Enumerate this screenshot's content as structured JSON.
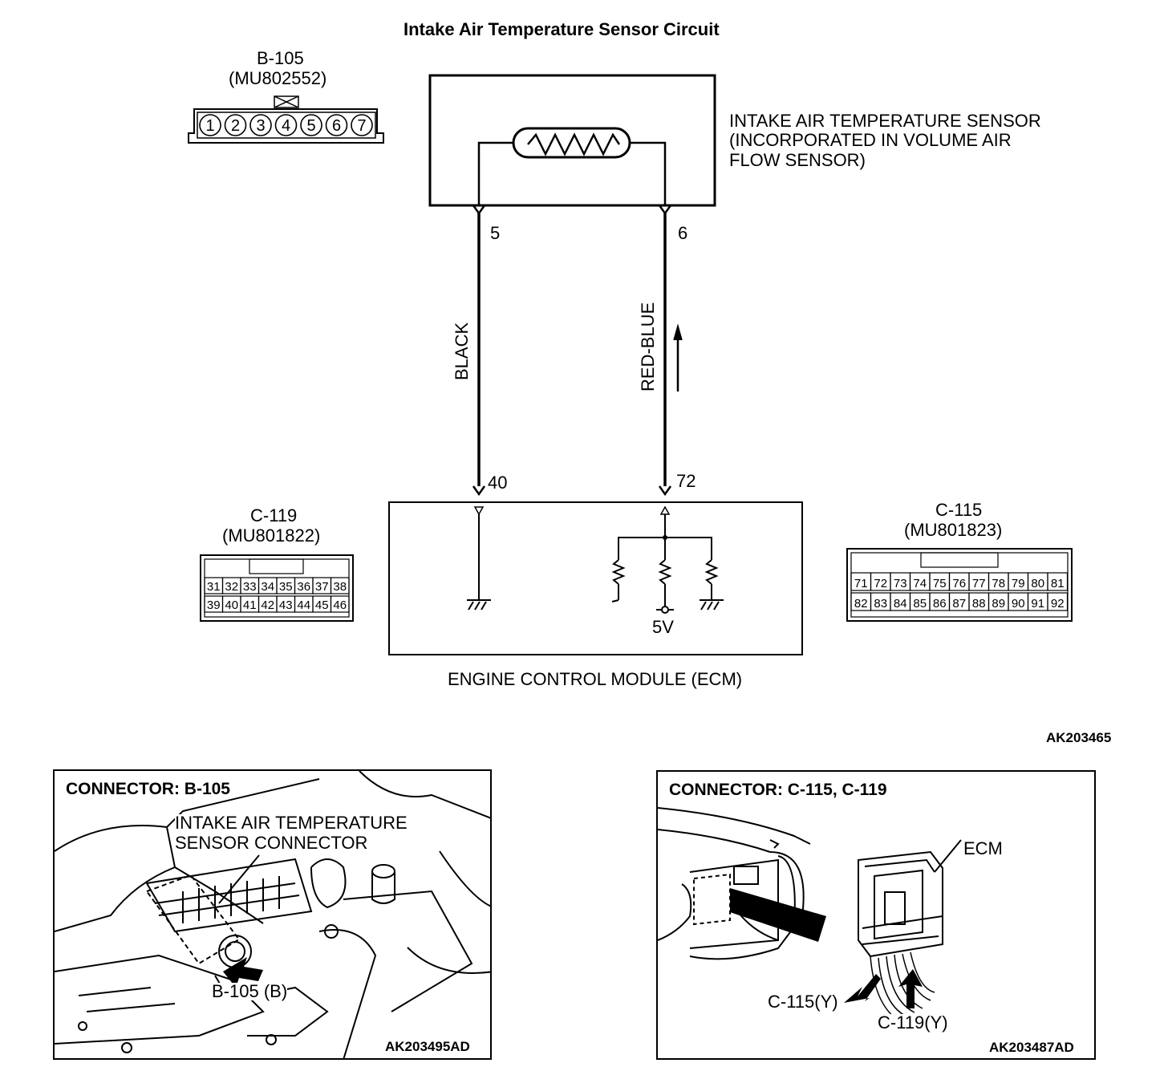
{
  "title": "Intake Air Temperature Sensor Circuit",
  "sensor": {
    "label_lines": [
      "INTAKE AIR TEMPERATURE SENSOR",
      "(INCORPORATED IN VOLUME AIR",
      "FLOW SENSOR)"
    ],
    "pin_left": "5",
    "pin_right": "6"
  },
  "wires": {
    "left_color": "BLACK",
    "right_color": "RED-BLUE"
  },
  "ecm": {
    "label": "ENGINE CONTROL MODULE (ECM)",
    "pin_left": "40",
    "pin_right": "72",
    "supply": "5V"
  },
  "connector_b105": {
    "id": "B-105",
    "part": "(MU802552)",
    "pins": [
      "1",
      "2",
      "3",
      "4",
      "5",
      "6",
      "7"
    ]
  },
  "connector_c119": {
    "id": "C-119",
    "part": "(MU801822)",
    "row1": [
      "31",
      "32",
      "33",
      "34",
      "35",
      "36",
      "37",
      "38"
    ],
    "row2": [
      "39",
      "40",
      "41",
      "42",
      "43",
      "44",
      "45",
      "46"
    ]
  },
  "connector_c115": {
    "id": "C-115",
    "part": "(MU801823)",
    "row1": [
      "71",
      "72",
      "73",
      "74",
      "75",
      "76",
      "77",
      "78",
      "79",
      "80",
      "81"
    ],
    "row2": [
      "82",
      "83",
      "84",
      "85",
      "86",
      "87",
      "88",
      "89",
      "90",
      "91",
      "92"
    ]
  },
  "figure_code": "AK203465",
  "panel_left": {
    "heading": "CONNECTOR: B-105",
    "callout_lines": [
      "INTAKE AIR TEMPERATURE",
      "SENSOR CONNECTOR"
    ],
    "pointer_label": "B-105 (B)",
    "code": "AK203495AD"
  },
  "panel_right": {
    "heading": "CONNECTOR: C-115, C-119",
    "ecm_label": "ECM",
    "label_c115": "C-115(Y)",
    "label_c119": "C-119(Y)",
    "code": "AK203487AD"
  }
}
